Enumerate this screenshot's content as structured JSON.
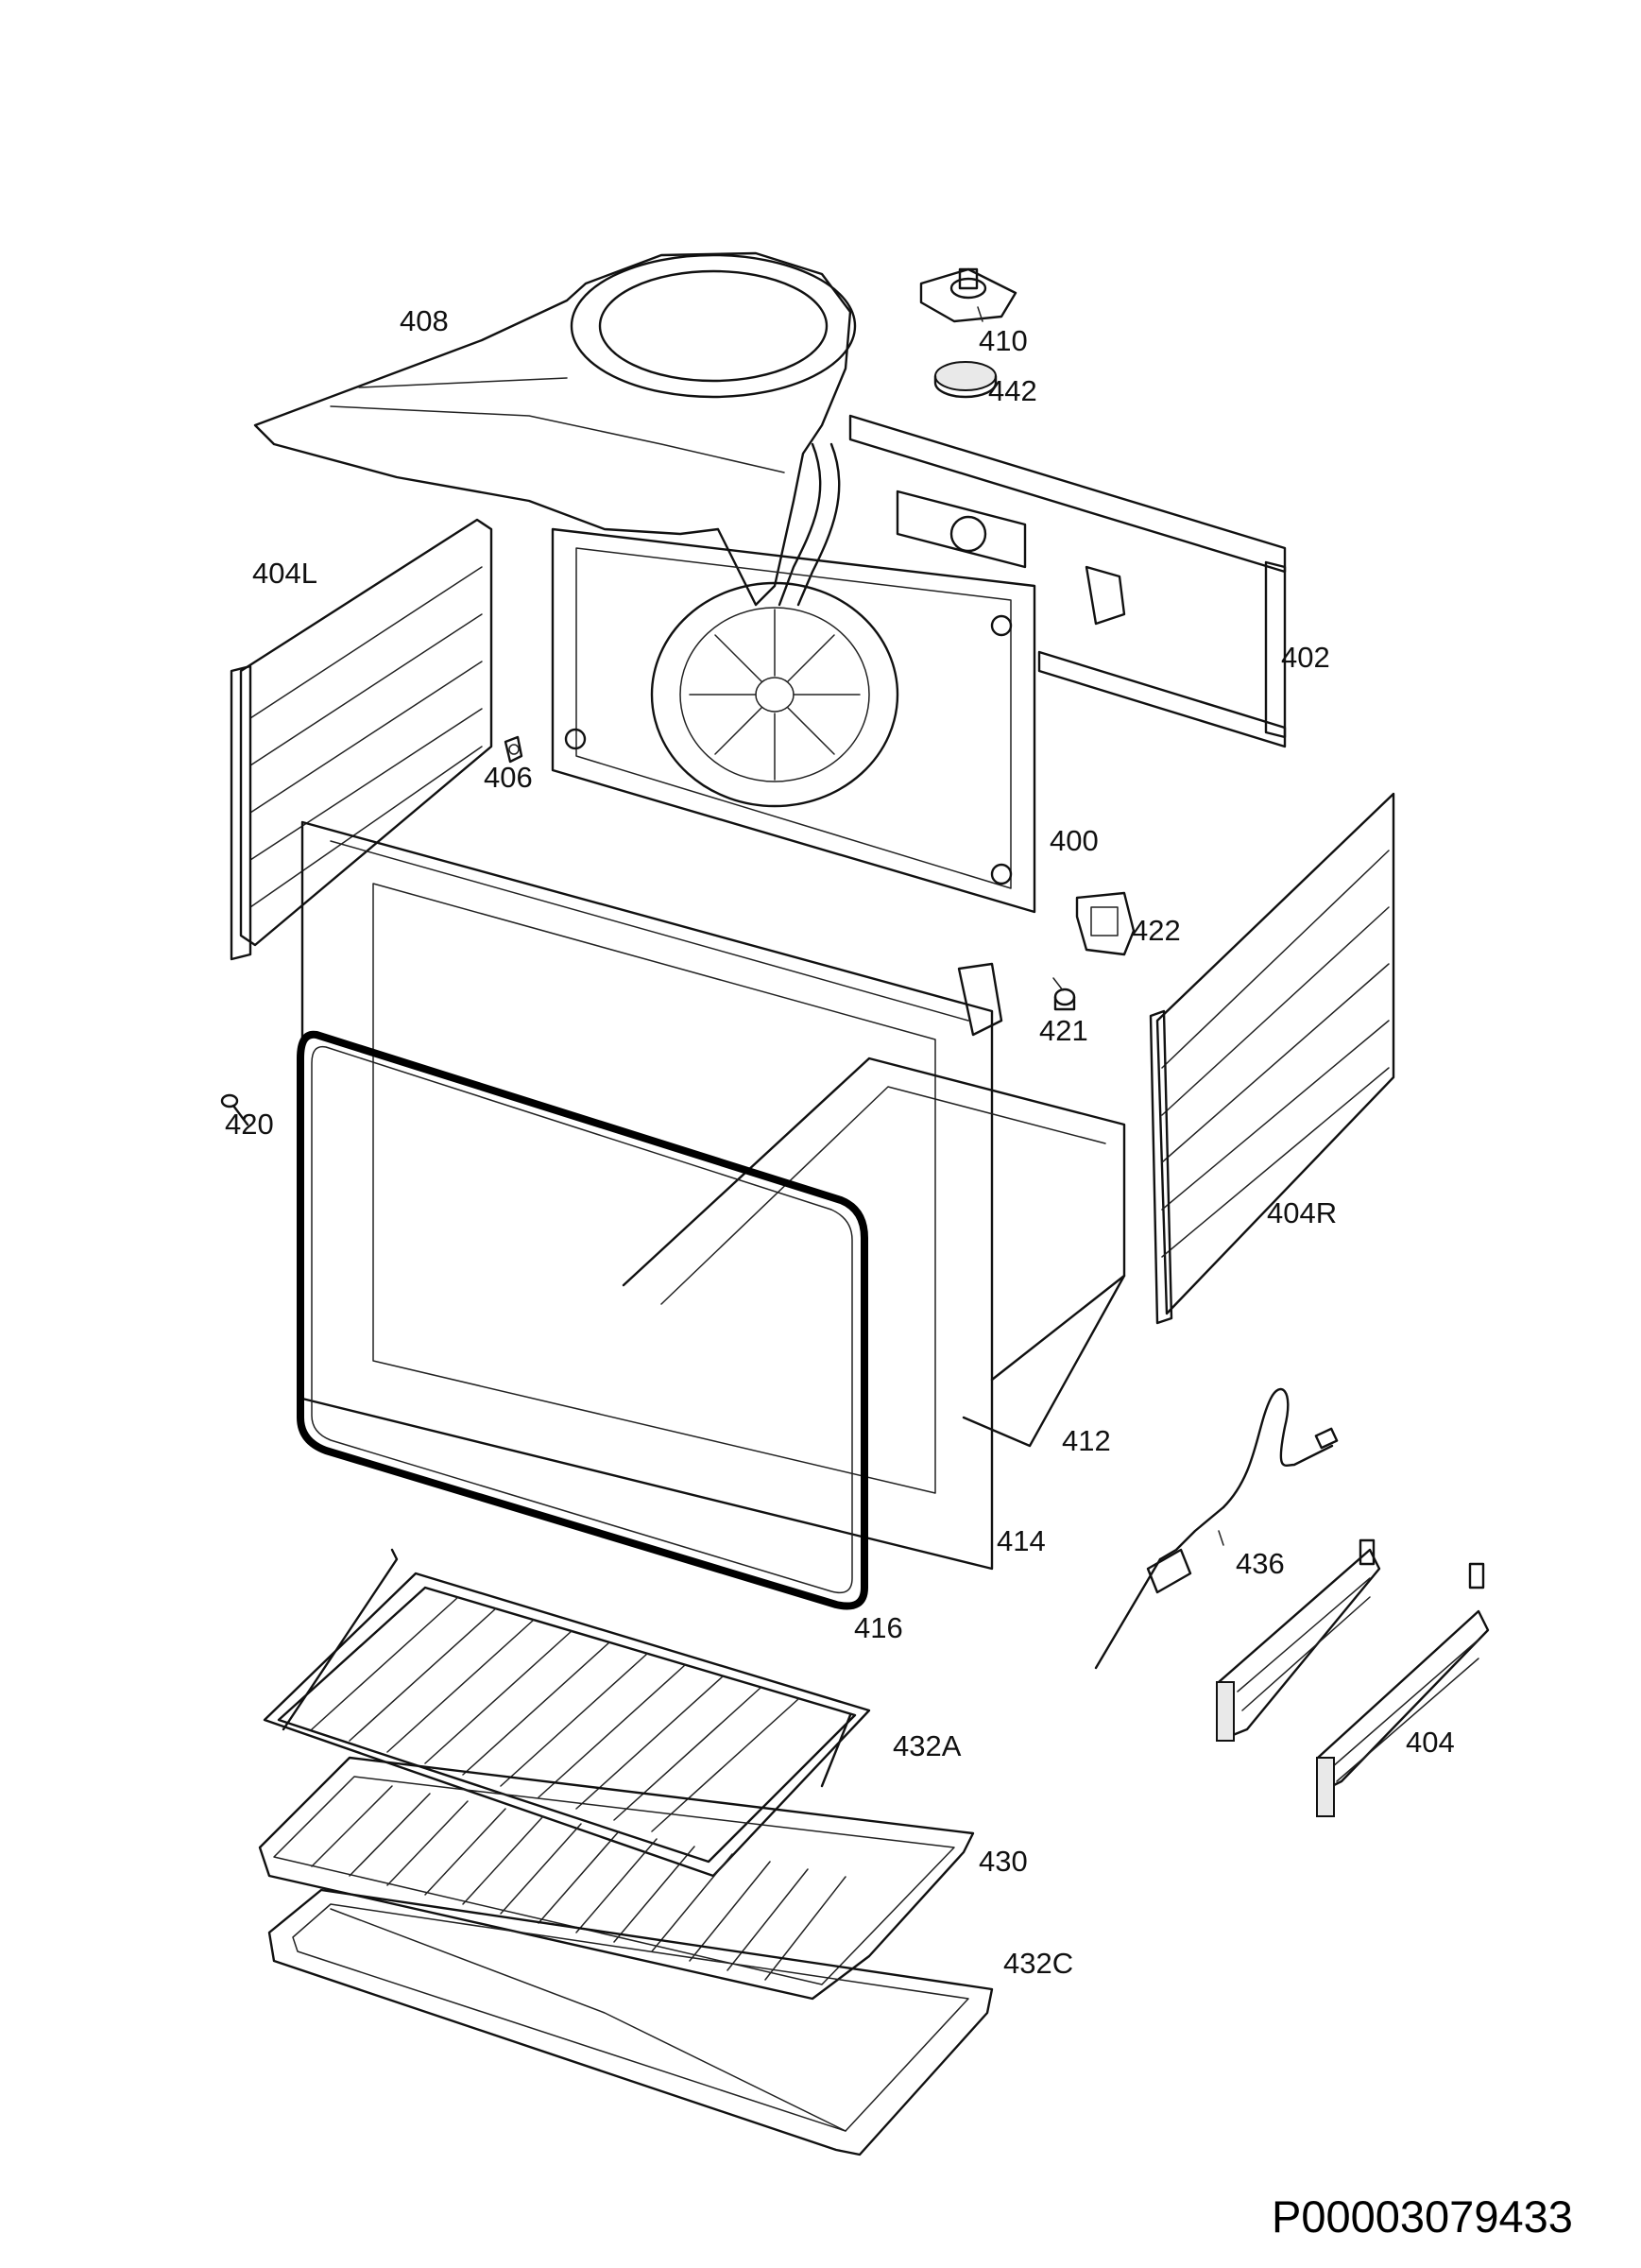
{
  "labels": {
    "p408": "408",
    "p410": "410",
    "p442": "442",
    "p404L": "404L",
    "p402": "402",
    "p406": "406",
    "p400": "400",
    "p422": "422",
    "p421": "421",
    "p420": "420",
    "p404R": "404R",
    "p412": "412",
    "p414": "414",
    "p436": "436",
    "p416": "416",
    "p432A": "432A",
    "p404": "404",
    "p430": "430",
    "p432C": "432C"
  },
  "document_code": "P00003079433"
}
